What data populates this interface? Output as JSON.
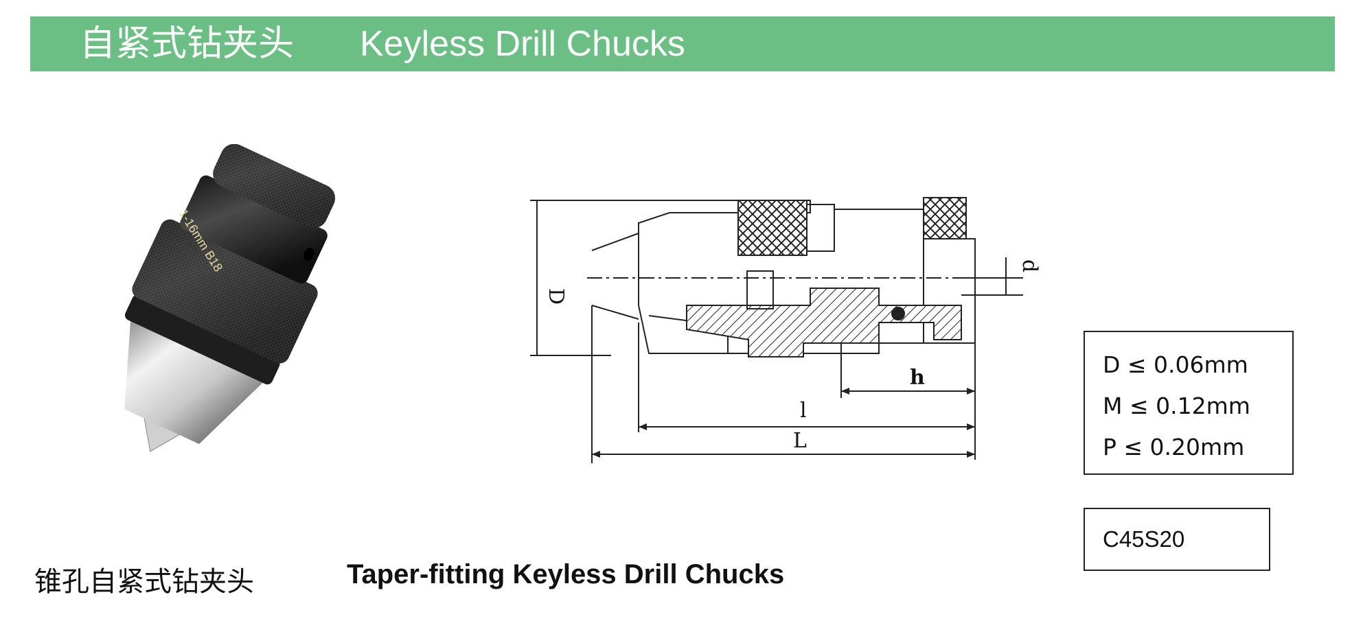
{
  "header": {
    "title_cn": "自紧式钻夹头",
    "title_en": "Keyless Drill Chucks",
    "color": "#6cbf84"
  },
  "photo": {
    "marking": "1-16mm B18"
  },
  "diagram": {
    "labels": {
      "D": "D",
      "d": "d",
      "h": "h",
      "l": "l",
      "L": "L"
    }
  },
  "specs": {
    "lines": [
      "D ≤ 0.06mm",
      "M ≤ 0.12mm",
      "P ≤ 0.20mm"
    ]
  },
  "model": {
    "code": "C45S20"
  },
  "caption": {
    "cn": "锥孔自紧式钻夹头",
    "en": "Taper-fitting Keyless Drill Chucks"
  }
}
